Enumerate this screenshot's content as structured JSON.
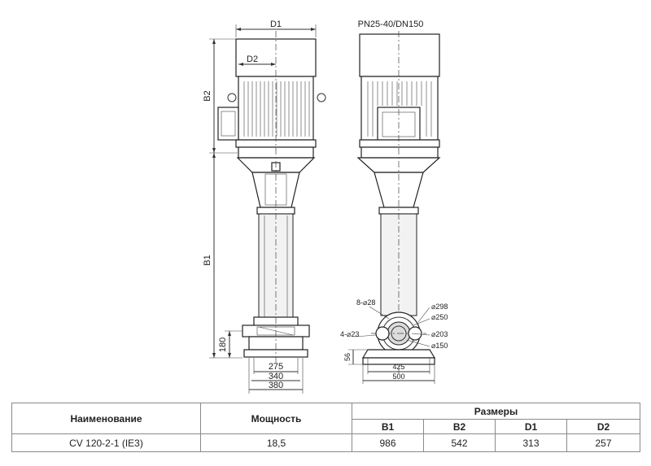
{
  "drawing": {
    "header_label": "PN25-40/DN150",
    "side_view": {
      "labels": {
        "d1": "D1",
        "d2": "D2",
        "b1": "B1",
        "b2": "B2"
      },
      "dims": {
        "h180": "180",
        "w275": "275",
        "w340": "340",
        "w380": "380"
      }
    },
    "front_view": {
      "callouts": {
        "bolts": "8-⌀28",
        "holes": "4-⌀23",
        "d298": "⌀298",
        "d250": "⌀250",
        "d203": "⌀203",
        "d150": "⌀150"
      },
      "dims": {
        "h56": "56",
        "w425": "425",
        "w500": "500"
      }
    }
  },
  "table": {
    "col_name": "Наименование",
    "col_power": "Мощность",
    "col_group": "Размеры",
    "sub_headers": [
      "B1",
      "B2",
      "D1",
      "D2"
    ],
    "row": {
      "name": "CV 120-2-1 (IE3)",
      "power": "18,5",
      "b1": "986",
      "b2": "542",
      "d1": "313",
      "d2": "257"
    }
  }
}
